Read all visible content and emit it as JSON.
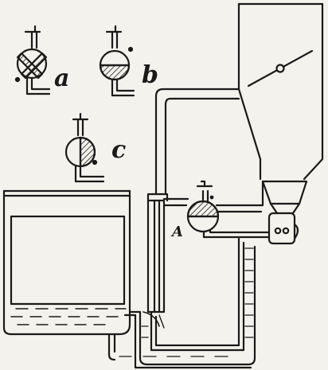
{
  "figure": {
    "labels": {
      "a": "a",
      "b": "b",
      "c": "c",
      "A": "A"
    },
    "colors": {
      "ink": "#1a1a1a",
      "paper": "#f4f2ec"
    },
    "icons": [
      "stopcock-valve-icon",
      "damper-plate-icon",
      "nozzle-icon"
    ]
  }
}
